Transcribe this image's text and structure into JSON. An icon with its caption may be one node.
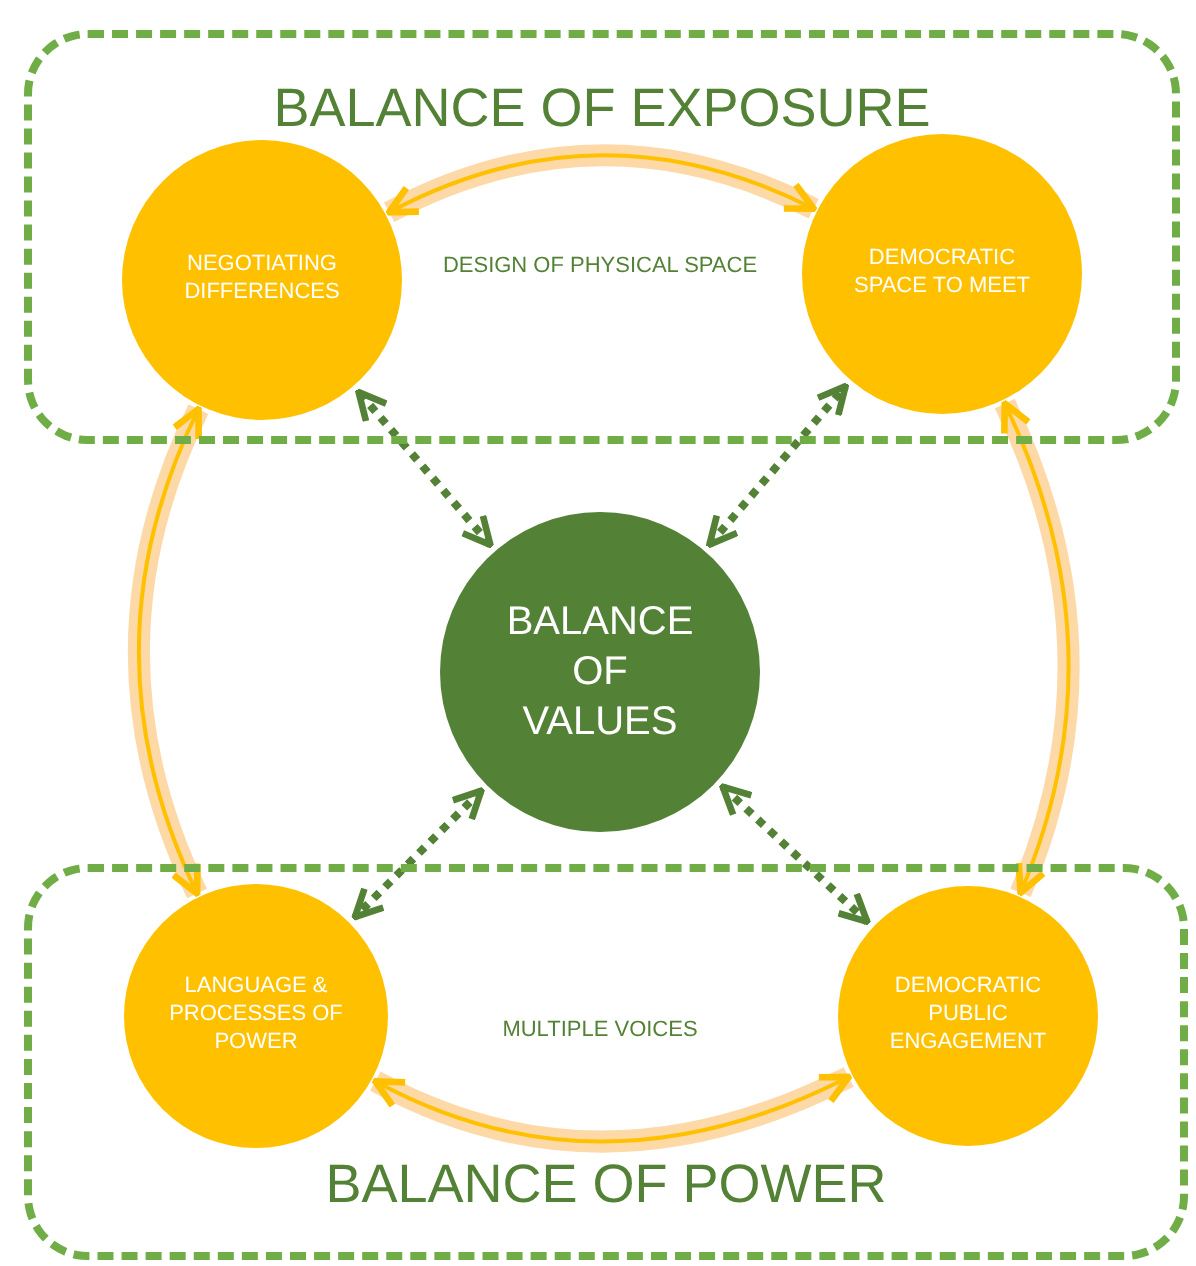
{
  "diagram": {
    "nodes": [
      {
        "text": [
          "BALANCE OF EXPOSURE"
        ]
      },
      {
        "text": [
          "NEGOTIATING DIFFERENCES"
        ],
        "in": 0
      },
      {
        "text": [
          "DEMOCRATIC SPACE TO MEET"
        ],
        "in": 0
      },
      {
        "text": [
          "BALANCE OF VALUES"
        ]
      },
      {
        "text": [
          "BALANCE OF POWER"
        ]
      },
      {
        "text": [
          "LANGUAGE & PROCESSES OF POWER"
        ],
        "in": 4
      },
      {
        "text": [
          "DEMOCRATIC PUBLIC ENGAGEMENT"
        ],
        "in": 4
      }
    ],
    "edges": [
      {
        "from": 1,
        "to": 2,
        "arrow": "both",
        "style": "thick",
        "label": "DESIGN OF PHYSICAL SPACE"
      },
      {
        "from": 1,
        "to": 5,
        "arrow": "both",
        "style": "thick"
      },
      {
        "from": 2,
        "to": 6,
        "arrow": "both",
        "style": "thick"
      },
      {
        "from": 5,
        "to": 6,
        "arrow": "both",
        "style": "thick",
        "label": "MULTIPLE VOICES"
      },
      {
        "from": 3,
        "to": 1,
        "arrow": "both",
        "style": "dashed",
        "color": "#538135"
      },
      {
        "from": 3,
        "to": 2,
        "arrow": "both",
        "style": "dashed",
        "color": "#538135"
      },
      {
        "from": 3,
        "to": 5,
        "arrow": "both",
        "style": "dashed",
        "color": "#538135"
      },
      {
        "from": 3,
        "to": 6,
        "arrow": "both",
        "style": "dashed",
        "color": "#538135"
      }
    ]
  }
}
